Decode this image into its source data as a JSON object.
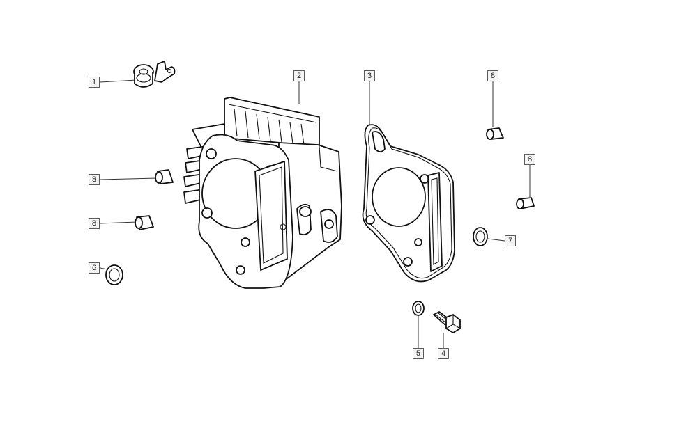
{
  "callouts": [
    {
      "id": "c1",
      "label": "1"
    },
    {
      "id": "c2",
      "label": "2"
    },
    {
      "id": "c3",
      "label": "3"
    },
    {
      "id": "c8a",
      "label": "8"
    },
    {
      "id": "c8b",
      "label": "8"
    },
    {
      "id": "c8c",
      "label": "8"
    },
    {
      "id": "c8d",
      "label": "8"
    },
    {
      "id": "c6",
      "label": "6"
    },
    {
      "id": "c7",
      "label": "7"
    },
    {
      "id": "c5",
      "label": "5"
    },
    {
      "id": "c4",
      "label": "4"
    }
  ]
}
